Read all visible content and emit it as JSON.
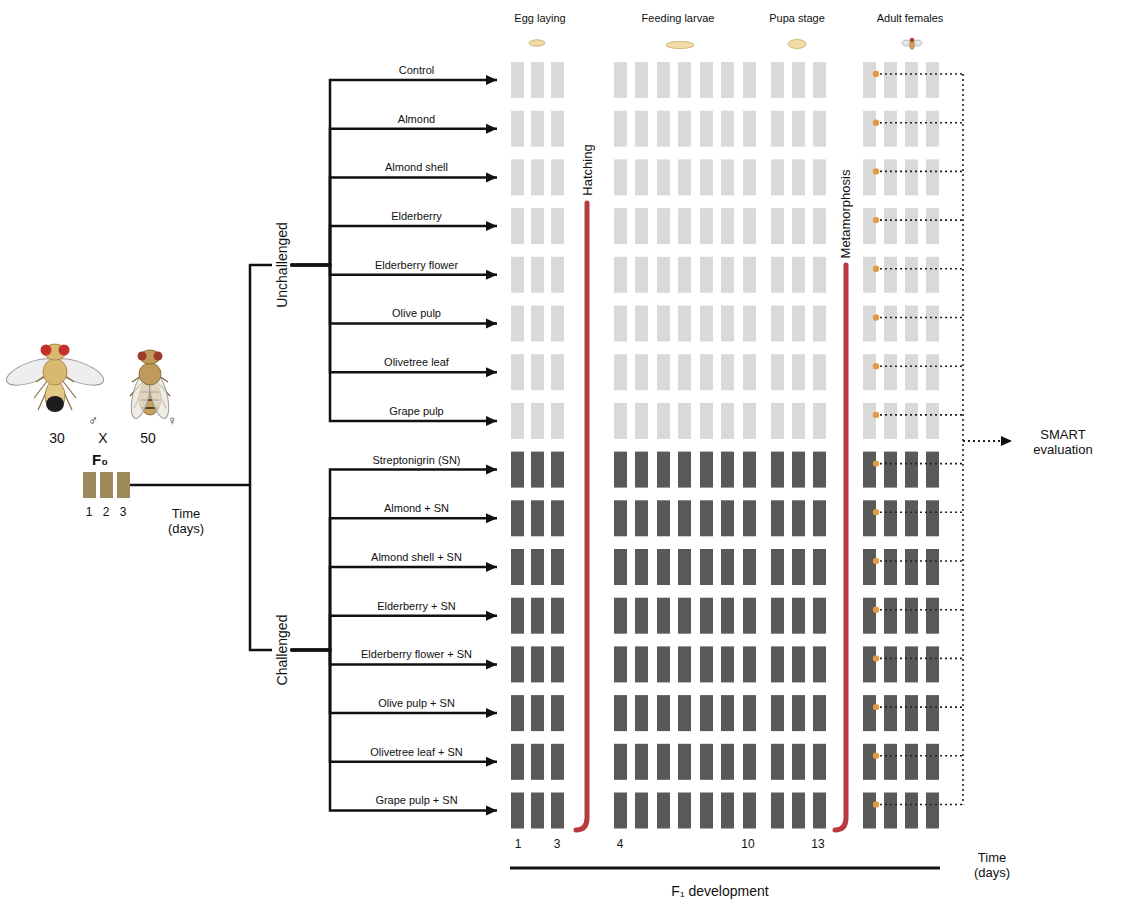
{
  "diagram": {
    "nodes": [
      {
        "text": [
          "Unchallenged"
        ]
      },
      {
        "text": [
          "Challenged"
        ]
      },
      {
        "text": [
          "Control"
        ]
      },
      {
        "text": [
          "Almond"
        ]
      },
      {
        "text": [
          "Almond shell"
        ]
      },
      {
        "text": [
          "Elderberry"
        ]
      },
      {
        "text": [
          "Elderberry flower"
        ]
      },
      {
        "text": [
          "Olive pulp"
        ]
      },
      {
        "text": [
          "Olivetree leaf"
        ]
      },
      {
        "text": [
          "Grape pulp"
        ]
      },
      {
        "text": [
          "Streptonigrin (SN)"
        ]
      },
      {
        "text": [
          "Almond + SN"
        ]
      },
      {
        "text": [
          "Almond shell + SN"
        ]
      },
      {
        "text": [
          "Elderberry + SN"
        ]
      },
      {
        "text": [
          "Elderberry flower + SN"
        ]
      },
      {
        "text": [
          "Olive pulp + SN"
        ]
      },
      {
        "text": [
          "Olivetree leaf + SN"
        ]
      },
      {
        "text": [
          "Grape pulp + SN"
        ]
      }
    ],
    "edges": [
      {
        "from": 0,
        "to": 2,
        "arrow": "to"
      },
      {
        "from": 0,
        "to": 3,
        "arrow": "to"
      },
      {
        "from": 0,
        "to": 4,
        "arrow": "to"
      },
      {
        "from": 0,
        "to": 5,
        "arrow": "to"
      },
      {
        "from": 0,
        "to": 6,
        "arrow": "to"
      },
      {
        "from": 0,
        "to": 7,
        "arrow": "to"
      },
      {
        "from": 0,
        "to": 8,
        "arrow": "to"
      },
      {
        "from": 0,
        "to": 9,
        "arrow": "to"
      },
      {
        "from": 1,
        "to": 10,
        "arrow": "to"
      },
      {
        "from": 1,
        "to": 11,
        "arrow": "to"
      },
      {
        "from": 1,
        "to": 12,
        "arrow": "to"
      },
      {
        "from": 1,
        "to": 13,
        "arrow": "to"
      },
      {
        "from": 1,
        "to": 14,
        "arrow": "to"
      },
      {
        "from": 1,
        "to": 15,
        "arrow": "to"
      },
      {
        "from": 1,
        "to": 16,
        "arrow": "to"
      },
      {
        "from": 1,
        "to": 17,
        "arrow": "to"
      }
    ],
    "labels": [
      "Egg laying",
      "Feeding larvae",
      "Pupa stage",
      "Adult females",
      "♂",
      "♀",
      "30",
      "X",
      "50",
      "F₀",
      "1",
      "2",
      "3",
      "Time (days)",
      "Hatching",
      "Metamorphosis",
      "1",
      "3",
      "4",
      "10",
      "13",
      "Time (days)",
      "F₁ development",
      "SMART evaluation"
    ]
  }
}
